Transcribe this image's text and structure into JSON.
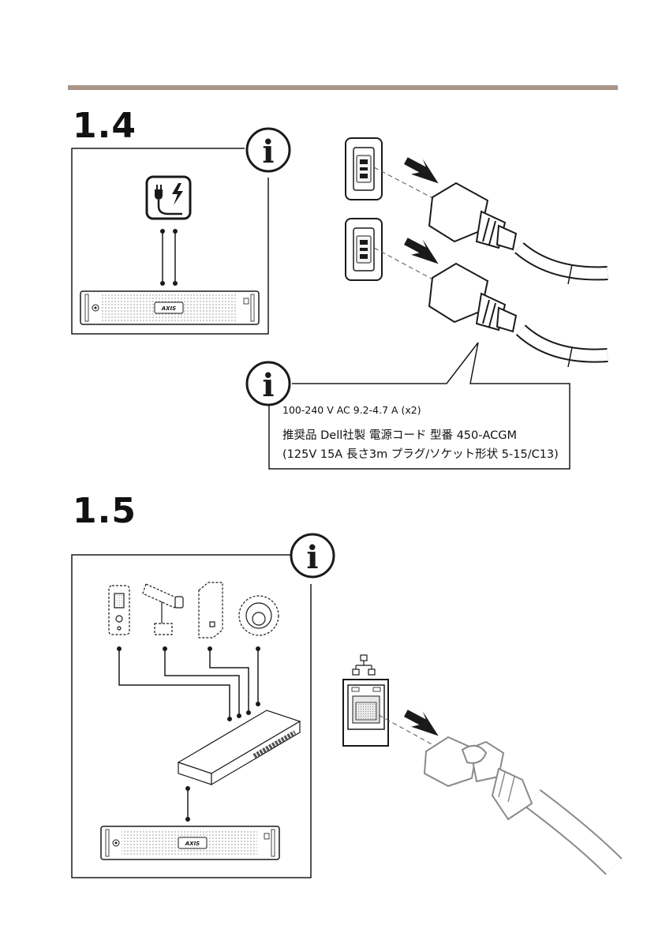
{
  "sections": [
    {
      "heading": "1.4"
    },
    {
      "heading": "1.5"
    }
  ],
  "power_note": {
    "rating": "100-240 V AC 9.2-4.7 A (x2)",
    "line2": "推奨品 Dell社製 電源コード 型番 450-ACGM",
    "line3": "(125V 15A 長さ3m プラグ/ソケット形状 5-15/C13)"
  },
  "info_glyph": "i",
  "brand_mark": "AXIS",
  "icons": [
    "power-plug-icon",
    "info-icon",
    "network-icon",
    "camera-icons"
  ],
  "colors": {
    "rule": "#a99587",
    "line": "#1a1a1a",
    "cable": "#9a9a9a"
  }
}
